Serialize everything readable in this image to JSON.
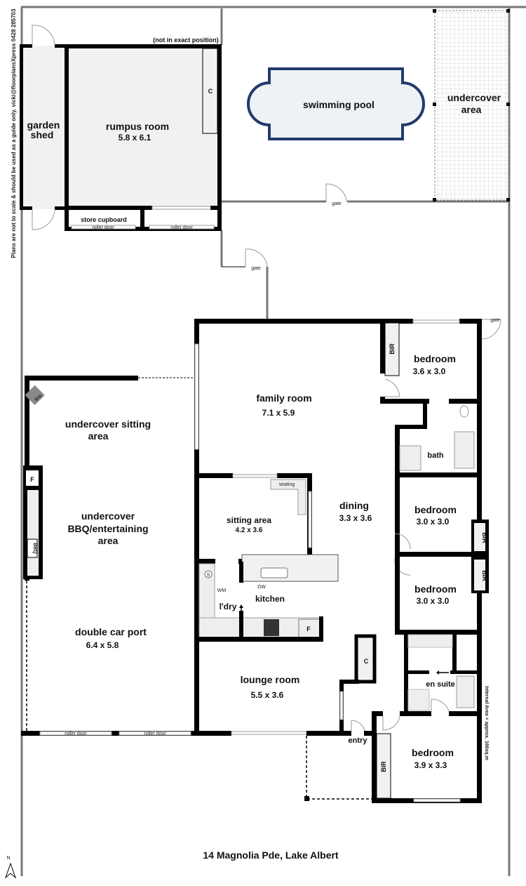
{
  "title": "14 Magnolia Pde, Lake Albert",
  "disclaimer": "Plans are not to scale & should be used as a guide only.   vicki@floorplansXpress   0428 285703",
  "internal_area": "Internal Area = approx.   166sq.m",
  "north_label": "N",
  "note": "(not in exact position)",
  "rooms": {
    "garden_shed": {
      "name_line1": "garden",
      "name_line2": "shed"
    },
    "rumpus": {
      "name": "rumpus room",
      "dims": "5.8 x 6.1"
    },
    "rumpus_closet": "C",
    "store_cupboard": "store cupboard",
    "roller_door": "roller door",
    "pool": "swimming pool",
    "undercover": {
      "line1": "undercover",
      "line2": "area"
    },
    "gate": "gate",
    "family": {
      "name": "family room",
      "dims": "7.1 x 5.9"
    },
    "bedroom1": {
      "name": "bedroom",
      "dims": "3.6 x 3.0"
    },
    "bir": "BIR",
    "bath": "bath",
    "bedroom2": {
      "name": "bedroom",
      "dims": "3.0 x 3.0"
    },
    "bedroom3": {
      "name": "bedroom",
      "dims": "3.0 x 3.0"
    },
    "dining": {
      "name": "dining",
      "dims": "3.3 x 3.6"
    },
    "sitting": {
      "name": "sitting area",
      "dims": "4.2 x 3.6",
      "seating": "seating"
    },
    "kitchen": "kitchen",
    "laundry": "l'dry",
    "dw": "DW",
    "wm": "WM",
    "sink": "S",
    "fridge": "F",
    "lounge": {
      "name": "lounge room",
      "dims": "5.5 x 3.6"
    },
    "closet": "C",
    "en_suite": "en suite",
    "entry": "entry",
    "master": {
      "name": "bedroom",
      "dims": "3.9 x 3.3"
    },
    "undercover_sitting": {
      "line1": "undercover sitting",
      "line2": "area"
    },
    "fire": "fire",
    "bbq_area": {
      "line1": "undercover",
      "line2": "BBQ/entertaining",
      "line3": "area"
    },
    "bbq": "BBQ",
    "carport": {
      "name": "double car port",
      "dims": "6.4 x 5.8"
    }
  }
}
